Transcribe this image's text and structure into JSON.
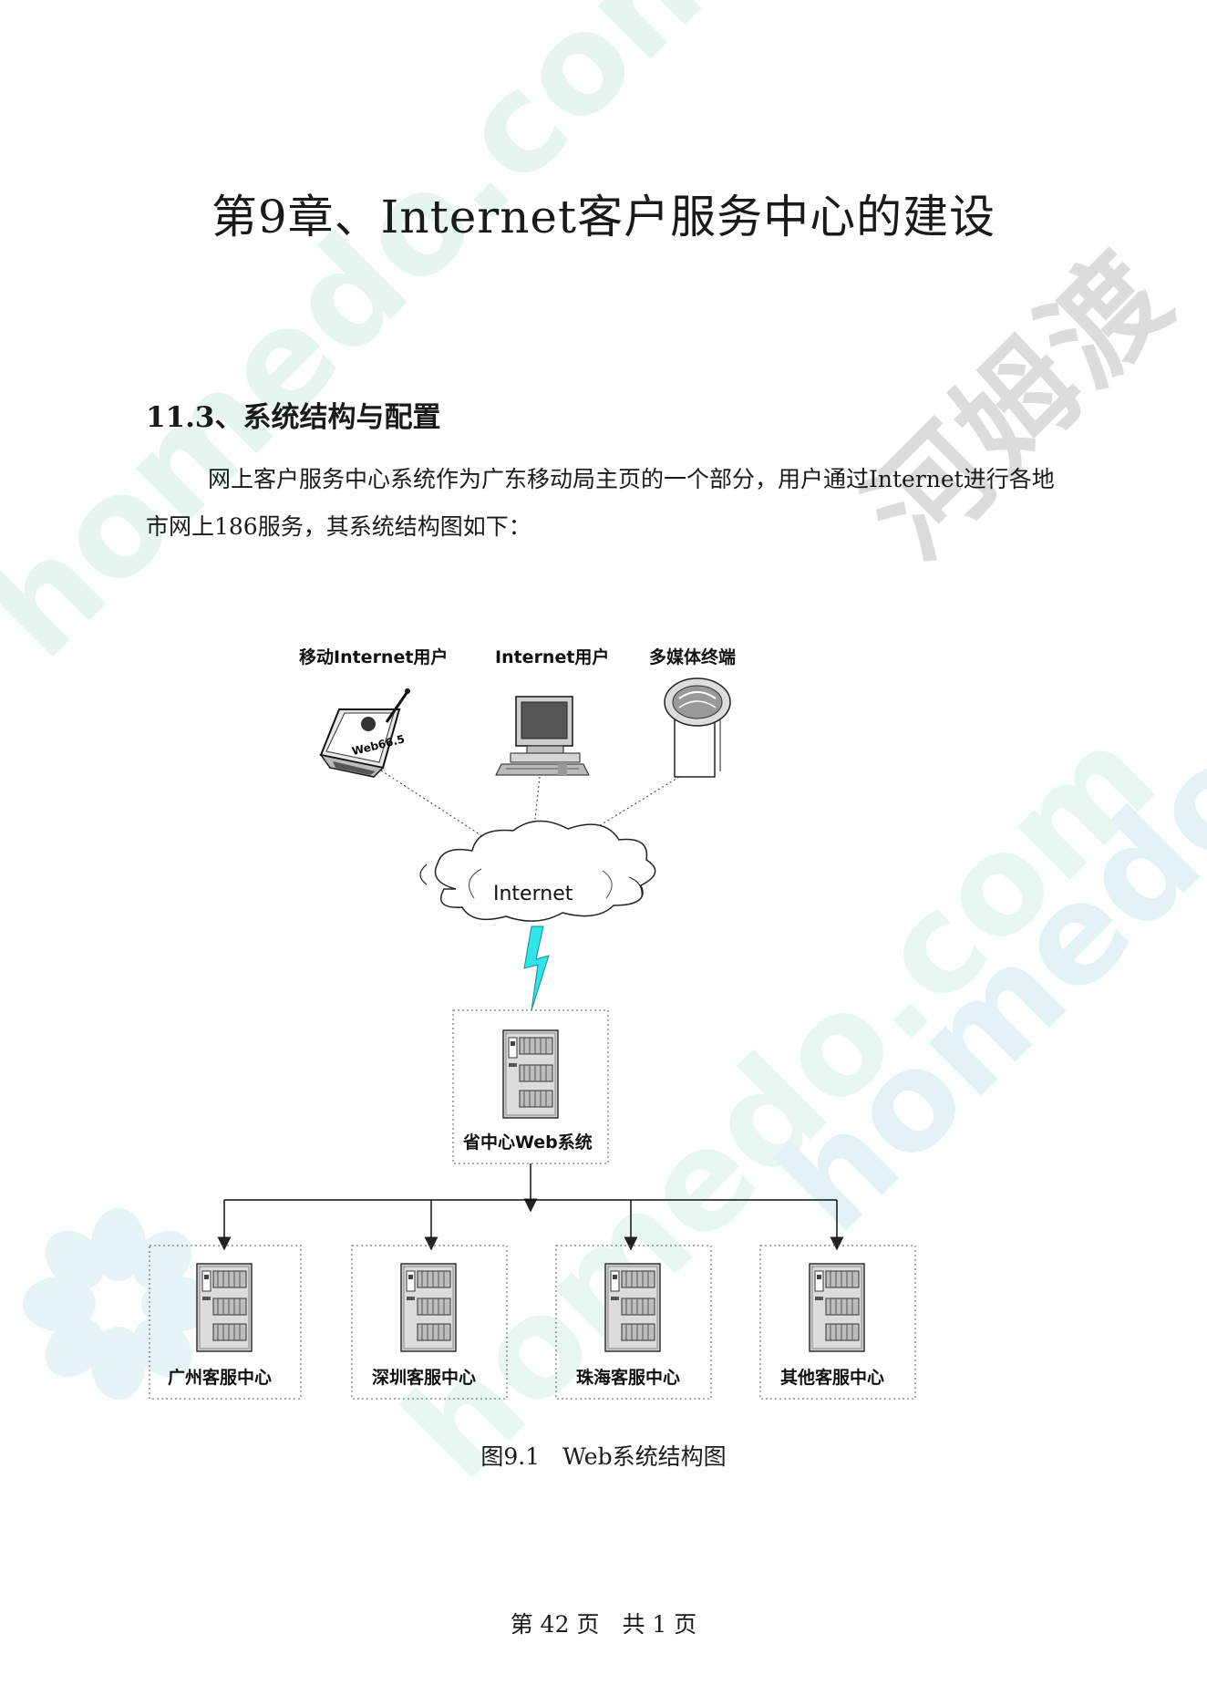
{
  "document": {
    "title": "第9章、Internet客户服务中心的建设",
    "section_heading": "11.3、系统结构与配置",
    "paragraph": "网上客户服务中心系统作为广东移动局主页的一个部分，用户通过Internet进行各地市网上186服务，其系统结构图如下：",
    "figure_caption": "图9.1　Web系统结构图",
    "footer": "第 42 页　共 1 页"
  },
  "diagram": {
    "users": [
      "移动Internet用户",
      "Internet用户",
      "多媒体终端"
    ],
    "laptop_screen_text": "Web66.5",
    "cloud_label": "Internet",
    "central_system": "省中心Web系统",
    "branches": [
      "广州客服中心",
      "深圳客服中心",
      "珠海客服中心",
      "其他客服中心"
    ]
  },
  "watermark": {
    "text_latin": "homedo.com",
    "text_cn": "河姆渡",
    "colors": {
      "green": "#e6f6ee",
      "cyan": "#e3f2f6",
      "gray": "#dcdcdc"
    }
  }
}
